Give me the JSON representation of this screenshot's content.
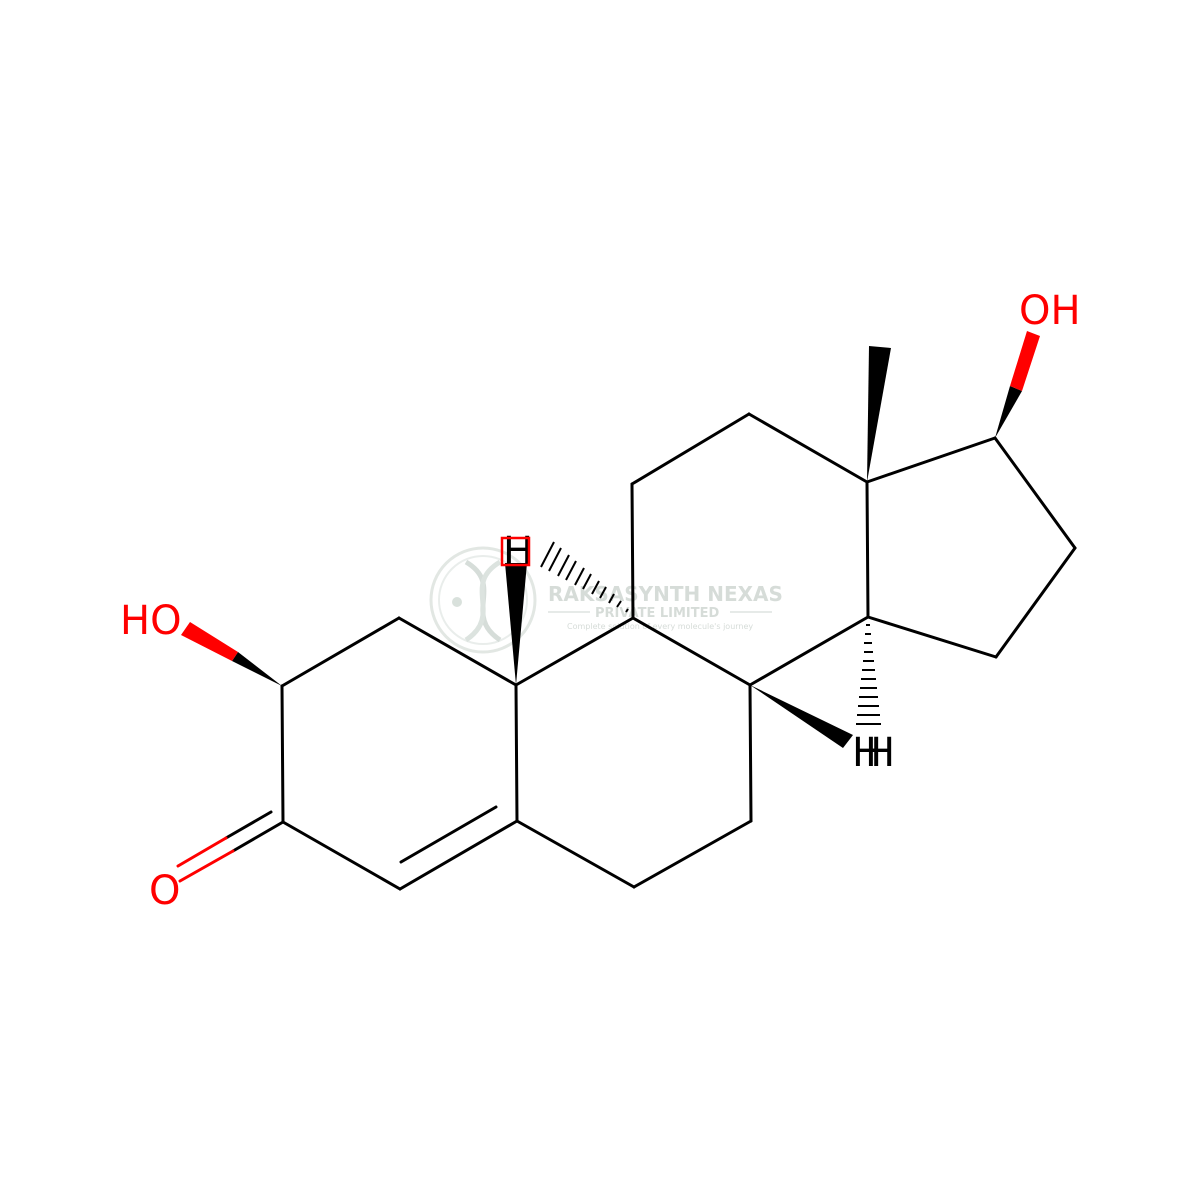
{
  "molecule": {
    "atom_labels": {
      "o_ketone": "O",
      "oh_c2": "HO",
      "oh_c17": "OH",
      "h_c8": "H",
      "h_c14": "H",
      "h_c10": "H"
    },
    "colors": {
      "bond": "#000000",
      "oxygen": "#ff0000",
      "hydrogen": "#000000"
    }
  },
  "watermark": {
    "title": "RAKSASYNTH NEXAS",
    "subtitle": "PRIVATE LIMITED",
    "tagline": "Complete solution of every molecule's journey",
    "color": "#cfd6d2",
    "icon": "dna-helix-logo"
  }
}
